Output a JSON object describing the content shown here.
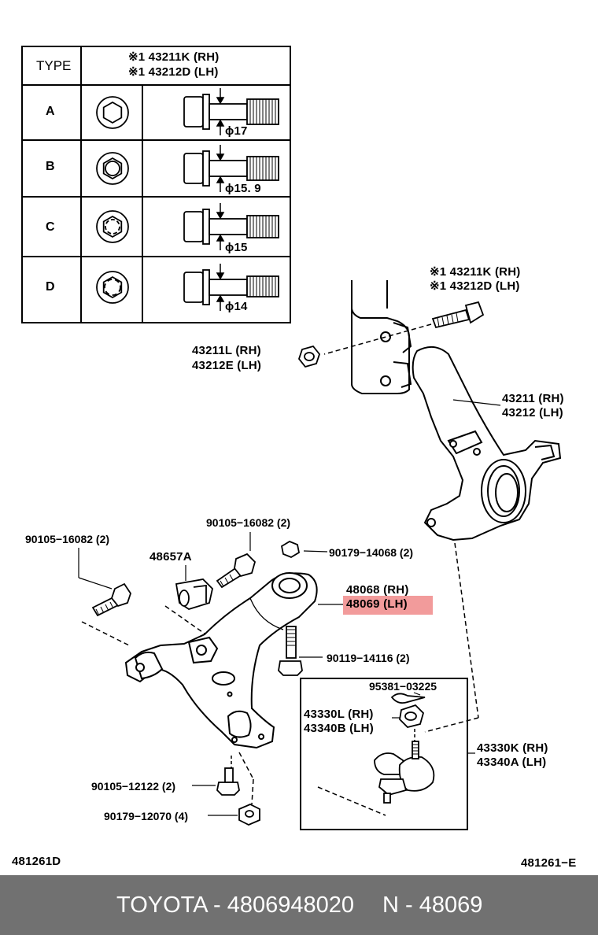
{
  "table": {
    "header_type": "TYPE",
    "header_parts": [
      "※1  43211K (RH)",
      "※1  43212D (LH)"
    ],
    "rows": [
      {
        "type": "A",
        "diameter": "ϕ17"
      },
      {
        "type": "B",
        "diameter": "ϕ15. 9"
      },
      {
        "type": "C",
        "diameter": "ϕ15"
      },
      {
        "type": "D",
        "diameter": "ϕ14"
      }
    ]
  },
  "labels": {
    "bolt_top_1": "※1  43211K (RH)",
    "bolt_top_2": "※1  43212D (LH)",
    "nut_rh": "43211L (RH)",
    "nut_lh": "43212E (LH)",
    "knuckle_rh": "43211 (RH)",
    "knuckle_lh": "43212 (LH)",
    "bolt_left": "90105−16082 (2)",
    "bolt_mid": "90105−16082 (2)",
    "nut_mid": "90179−14068 (2)",
    "bracket": "48657A",
    "arm_rh": "48068 (RH)",
    "arm_lh": "48069 (LH)",
    "bolt_vertical": "90119−14116 (2)",
    "cotter_pin": "95381−03225",
    "ball_nut_rh": "43330L (RH)",
    "ball_nut_lh": "43340B (LH)",
    "ball_joint_rh": "43330K (RH)",
    "ball_joint_lh": "43340A (LH)",
    "bolt_bottom": "90105−12122 (2)",
    "nut_bottom": "90179−12070 (4)",
    "code_left": "481261D",
    "code_right": "481261−E"
  },
  "footer": {
    "brand_part": "TOYOTA - 4806948020",
    "ref": "N - 48069"
  },
  "colors": {
    "highlight": "#f29b9b",
    "footer_bg": "#717171"
  }
}
